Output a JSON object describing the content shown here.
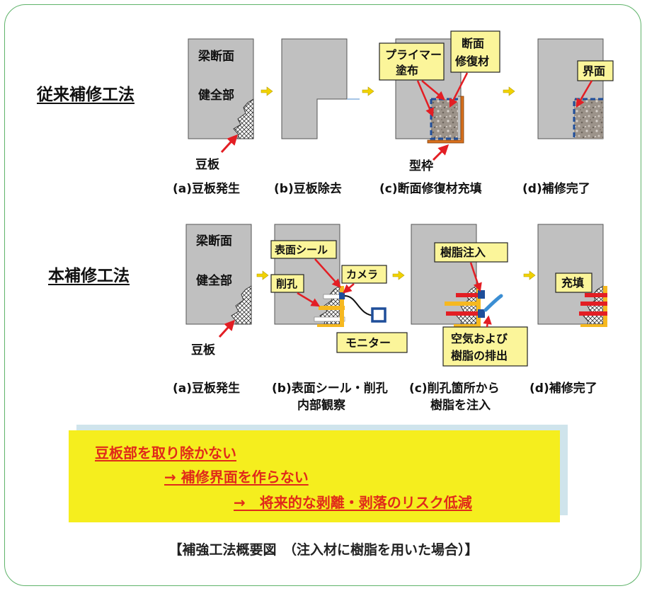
{
  "sections": {
    "conventional_title": "従来補修工法",
    "new_title": "本補修工法"
  },
  "labels": {
    "beam_section": "梁断面",
    "sound_part": "健全部",
    "honeycomb": "豆板",
    "primer_line1": "プライマー",
    "primer_line2": "塗布",
    "repair_line1": "断面",
    "repair_line2": "修復材",
    "formwork": "型枠",
    "interface": "界面",
    "surface_seal": "表面シール",
    "drilling": "削孔",
    "camera": "カメラ",
    "monitor": "モニター",
    "resin_injection": "樹脂注入",
    "exhaust_line1": "空気および",
    "exhaust_line2": "樹脂の排出",
    "filling": "充填"
  },
  "captions": {
    "conv_a": "(a)豆板発生",
    "conv_b": "(b)豆板除去",
    "conv_c": "(c)断面修復材充填",
    "conv_d": "(d)補修完了",
    "new_a": "(a)豆板発生",
    "new_b1": "(b)表面シール・削孔",
    "new_b2": "内部観察",
    "new_c1": "(c)削孔箇所から",
    "new_c2": "樹脂を注入",
    "new_d": "(d)補修完了"
  },
  "banner": {
    "line1": "豆板部を取り除かない",
    "line2": "→ 補修界面を作らない",
    "line3": "→　将来的な剥離・剥落のリスク低減"
  },
  "footer": "【補強工法概要図　（注入材に樹脂を用いた場合）】",
  "colors": {
    "concrete": "#c0c0c0",
    "callout_fill": "#fbf59a",
    "arrow_red": "#e31e24",
    "seal_orange": "#f6b820",
    "camera_blue": "#1f4e9a",
    "banner_yellow": "#f5ee1e",
    "banner_text": "#e02a1a",
    "flow_arrow": "#f1d200"
  }
}
